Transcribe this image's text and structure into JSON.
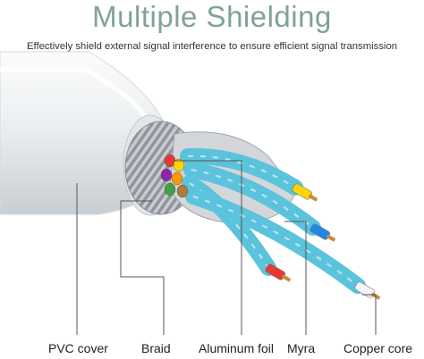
{
  "header": {
    "title": "Multiple Shielding",
    "subtitle": "Effectively shield external signal interference to ensure efficient signal transmission"
  },
  "labels": {
    "pvc_cover": "PVC cover",
    "braid": "Braid",
    "aluminum_foil": "Aluminum foil",
    "myra": "Myra",
    "copper_core": "Copper core"
  },
  "colors": {
    "title": "#7fa394",
    "jacket": "#e9ecee",
    "braid": "#aeb3b8",
    "foil": "#5bc3dc",
    "leader_line": "#555555",
    "conductors": [
      "#e53935",
      "#ffd600",
      "#ff9800",
      "#8e24aa",
      "#43a047",
      "#1e88e5",
      "#b07a3a",
      "#f5f5f5"
    ]
  }
}
